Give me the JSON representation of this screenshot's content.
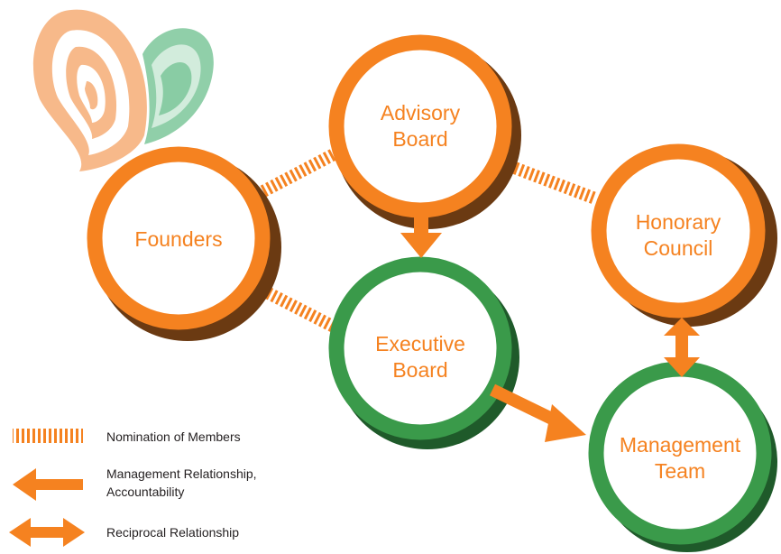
{
  "colors": {
    "orange": "#f58220",
    "orange_shadow": "#6b3a12",
    "green": "#3a9a4a",
    "green_shadow": "#1f5a2a",
    "butterfly_orange": "#f7b98a",
    "butterfly_green": "#7cc79a"
  },
  "nodes": {
    "advisory_board": {
      "line1": "Advisory",
      "line2": "Board"
    },
    "founders": {
      "line1": "Founders"
    },
    "honorary_council": {
      "line1": "Honorary",
      "line2": "Council"
    },
    "executive_board": {
      "line1": "Executive",
      "line2": "Board"
    },
    "management_team": {
      "line1": "Management",
      "line2": "Team"
    }
  },
  "legend": {
    "nomination": "Nomination of Members",
    "management_line1": "Management Relationship,",
    "management_line2": "Accountability",
    "reciprocal": "Reciprocal Relationship"
  },
  "icons": {
    "logo": "butterfly-logo",
    "nomination": "dashed-hatch-line-icon",
    "management": "arrow-left-icon",
    "reciprocal": "double-arrow-icon"
  }
}
